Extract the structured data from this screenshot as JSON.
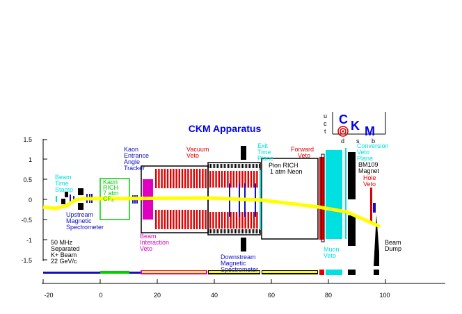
{
  "title": "CKM Apparatus",
  "logo": {
    "letters": [
      "C",
      "K",
      "M"
    ],
    "side_letters": [
      "u",
      "c",
      "t"
    ],
    "bottom_letters": [
      "d",
      "s",
      "b"
    ]
  },
  "labels": {
    "beam_time_stamp": [
      "Beam",
      "Time",
      "Stamp"
    ],
    "upstream_spectrometer": [
      "Upstream",
      "Magnetic",
      "Spectrometer"
    ],
    "kaon_rich": [
      "Kaon",
      "RICH",
      "7 atm",
      "CF"
    ],
    "kaon_rich_sub": "4",
    "kaon_tracker": [
      "Kaon",
      "Entrance",
      "Angle",
      "Tracker"
    ],
    "vacuum_veto": [
      "Vacuum",
      "Veto"
    ],
    "exit_time_plane": [
      "Exit",
      "Time",
      "Plane"
    ],
    "forward_veto": [
      "Forward",
      "Veto"
    ],
    "conversion_veto": [
      "Conversion",
      "Veto",
      "Plane"
    ],
    "bm109": [
      "BM109",
      "Magnet"
    ],
    "hole_veto": [
      "Hole",
      "Veto"
    ],
    "pion_rich": [
      "Pion  RICH",
      "1 atm Neon"
    ],
    "beam_interaction_veto": [
      "Beam",
      "Interaction",
      "Veto"
    ],
    "downstream_spectrometer": [
      "Downstream",
      "Magnetic",
      "Spectrometer"
    ],
    "muon_veto": [
      "Muon",
      "Veto"
    ],
    "beam_dump": [
      "Beam",
      "Dump"
    ],
    "beam_info": [
      "50 MHz",
      "Separated",
      "K+ Beam",
      "22 GeV/c"
    ]
  },
  "axes": {
    "x_ticks": [
      "-20",
      "0",
      "20",
      "40",
      "60",
      "80",
      "100"
    ],
    "y_ticks": [
      "1.5",
      "1",
      "0.5",
      "0",
      "-0.5",
      "-1",
      "-1.5"
    ]
  },
  "colors": {
    "title": "#0000ee",
    "blue": "#1010c0",
    "cyan": "#00e0e0",
    "red": "#e00000",
    "magenta": "#e000c0",
    "green": "#00d000",
    "yellow": "#ffff00",
    "black": "#000000"
  }
}
